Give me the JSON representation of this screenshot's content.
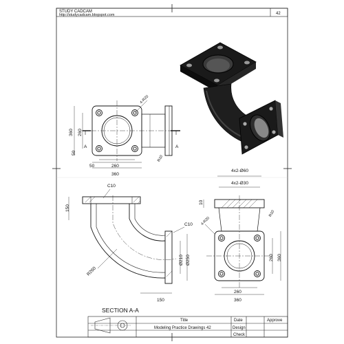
{
  "header": {
    "brand": "STUDY CADCAM",
    "url": "http://studycadcam.blogspot.com",
    "sheet_number": "42"
  },
  "section_label": "SECTION A-A",
  "title_block": {
    "title_label": "Title",
    "title_value": "Modeling Practice Drawings 42",
    "date_label": "Date",
    "design_label": "Design",
    "check_label": "Check",
    "approve_label": "Approve"
  },
  "cut_plane": {
    "left": "A",
    "right": "A"
  },
  "front_view": {
    "r_callout": "4-R20",
    "d_360": "360",
    "d_260": "260",
    "d_50v": "50",
    "d_50h": "50",
    "d_260h": "260",
    "d_360h": "360",
    "d_r10": "R10"
  },
  "section_view": {
    "c10_top": "C10",
    "d_150v": "150",
    "c10_right": "C10",
    "d_r260": "R260",
    "d_210": "Ø210",
    "d_250": "Ø250",
    "d_150h": "150"
  },
  "side_view": {
    "holes_60": "4x2-Ø60",
    "holes_30": "4x2-Ø30",
    "d_10": "10",
    "d_r10": "R10",
    "r_callout": "4-R20",
    "d_260v": "260",
    "d_360v": "360",
    "d_260h": "260",
    "d_360h": "360"
  }
}
